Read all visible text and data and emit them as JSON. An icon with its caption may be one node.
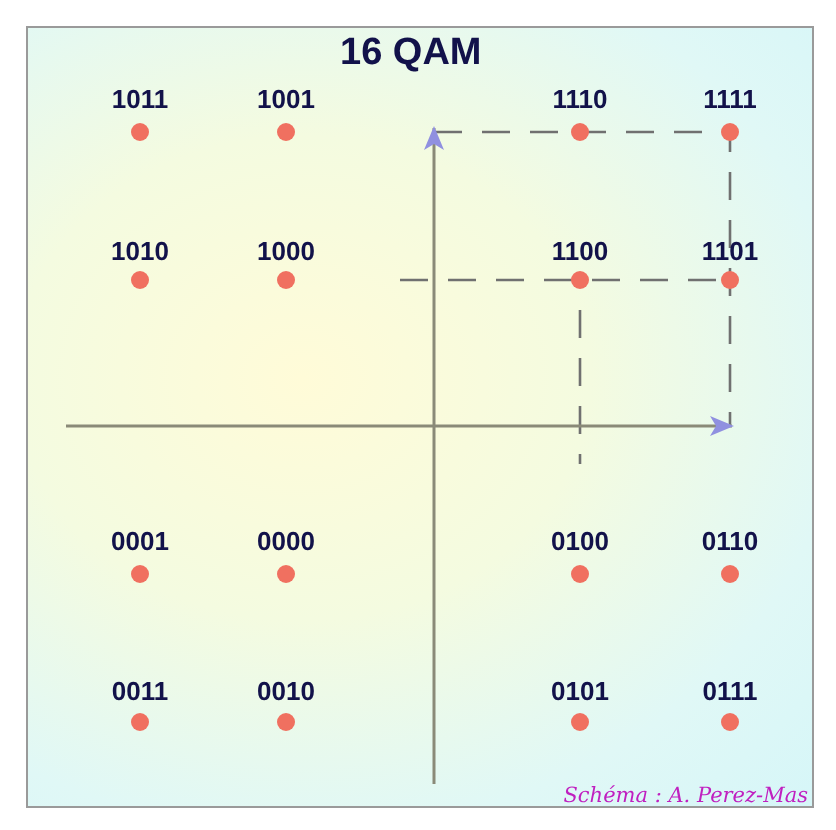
{
  "diagram": {
    "title": "16 QAM",
    "labels": [
      "1011",
      "1001",
      "1110",
      "1111",
      "1010",
      "1000",
      "1100",
      "1101",
      "0001",
      "0000",
      "0100",
      "0110",
      "0011",
      "0010",
      "0101",
      "0111"
    ],
    "caption": "Schéma : A. Perez-Mas"
  }
}
